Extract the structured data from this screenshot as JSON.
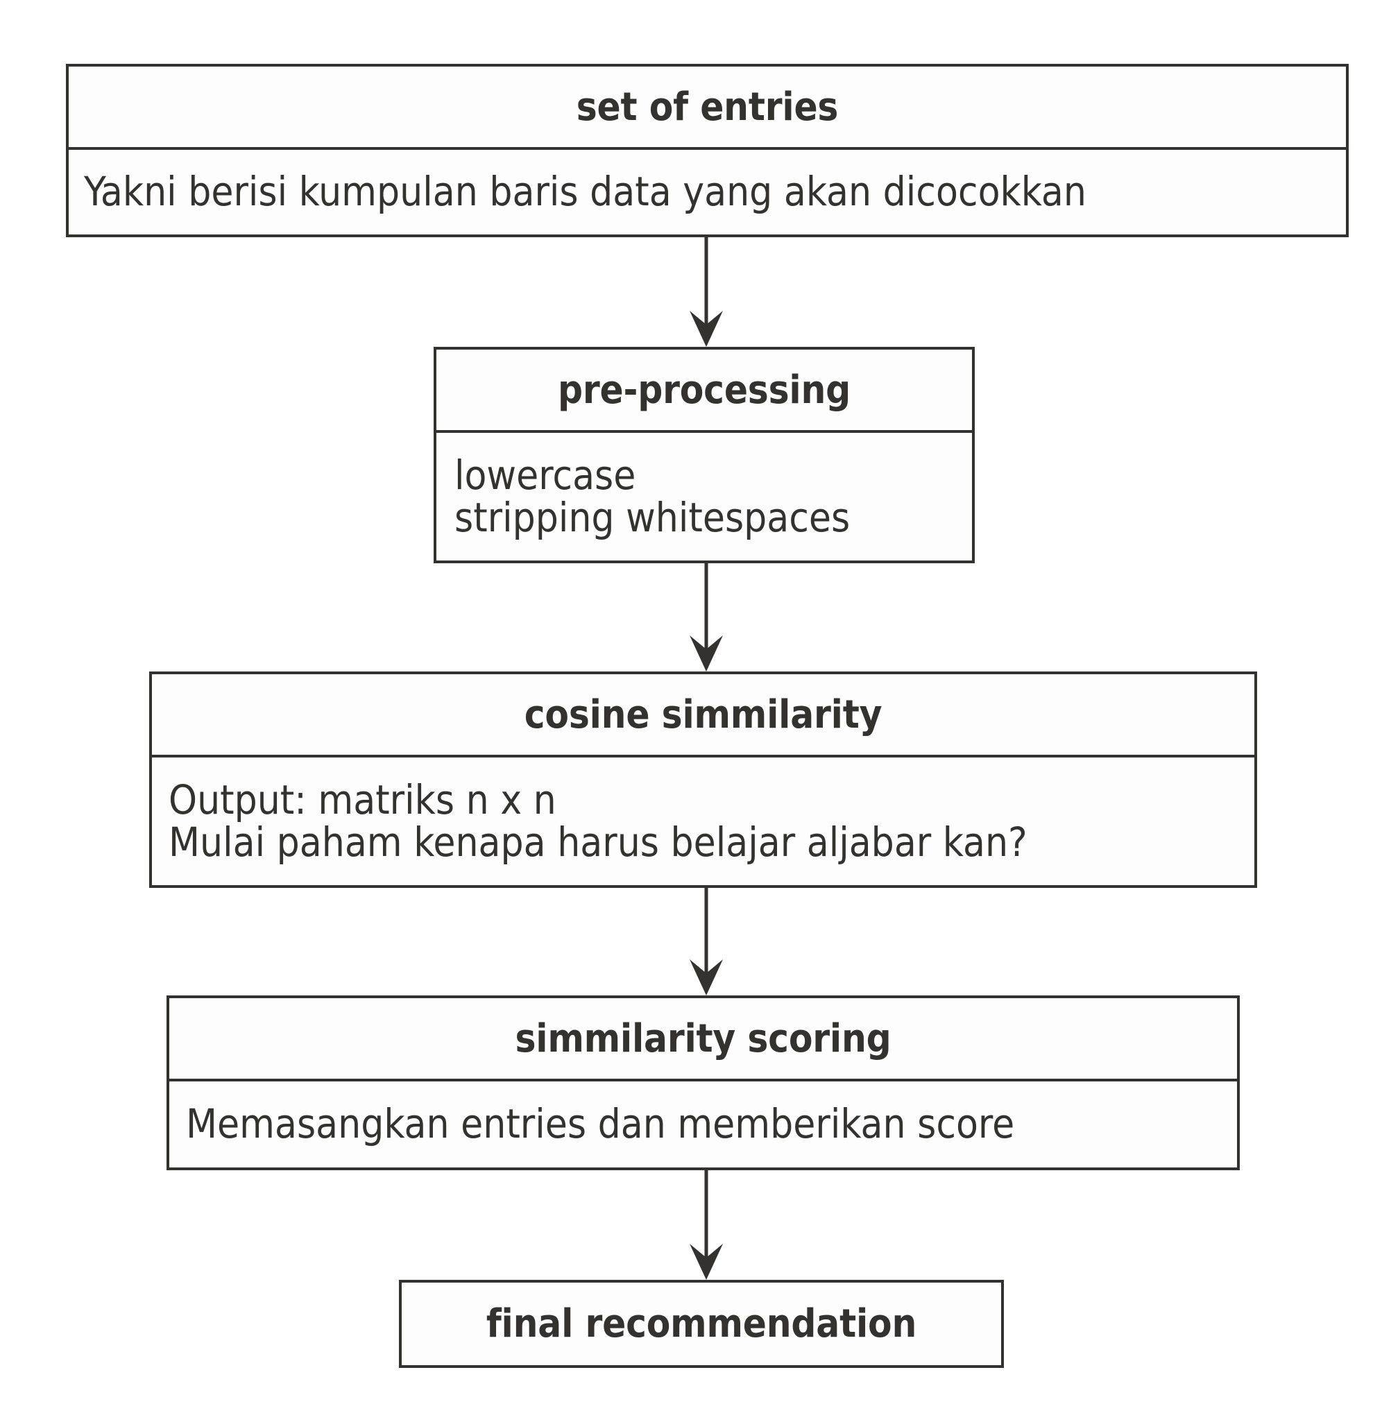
{
  "diagram": {
    "type": "flowchart",
    "orientation": "top-to-bottom",
    "background_color": "#ffffff",
    "stroke_color": "#33322f",
    "text_color": "#33322f",
    "nodes": [
      {
        "id": "set-of-entries",
        "title": "set of entries",
        "body_lines": [
          "Yakni berisi kumpulan baris data yang akan dicocokkan"
        ]
      },
      {
        "id": "pre-processing",
        "title": "pre-processing",
        "body_lines": [
          "lowercase",
          "stripping whitespaces"
        ]
      },
      {
        "id": "cosine-simmilarity",
        "title": "cosine simmilarity",
        "body_lines": [
          "Output: matriks n x n",
          "Mulai paham kenapa harus belajar aljabar kan?"
        ]
      },
      {
        "id": "simmilarity-scoring",
        "title": "simmilarity scoring",
        "body_lines": [
          "Memasangkan entries dan memberikan score"
        ]
      },
      {
        "id": "final-recommendation",
        "title": "final recommendation",
        "body_lines": []
      }
    ],
    "edges": [
      {
        "from": "set-of-entries",
        "to": "pre-processing",
        "label": ""
      },
      {
        "from": "pre-processing",
        "to": "cosine-simmilarity",
        "label": ""
      },
      {
        "from": "cosine-simmilarity",
        "to": "simmilarity-scoring",
        "label": ""
      },
      {
        "from": "simmilarity-scoring",
        "to": "final-recommendation",
        "label": ""
      }
    ]
  }
}
